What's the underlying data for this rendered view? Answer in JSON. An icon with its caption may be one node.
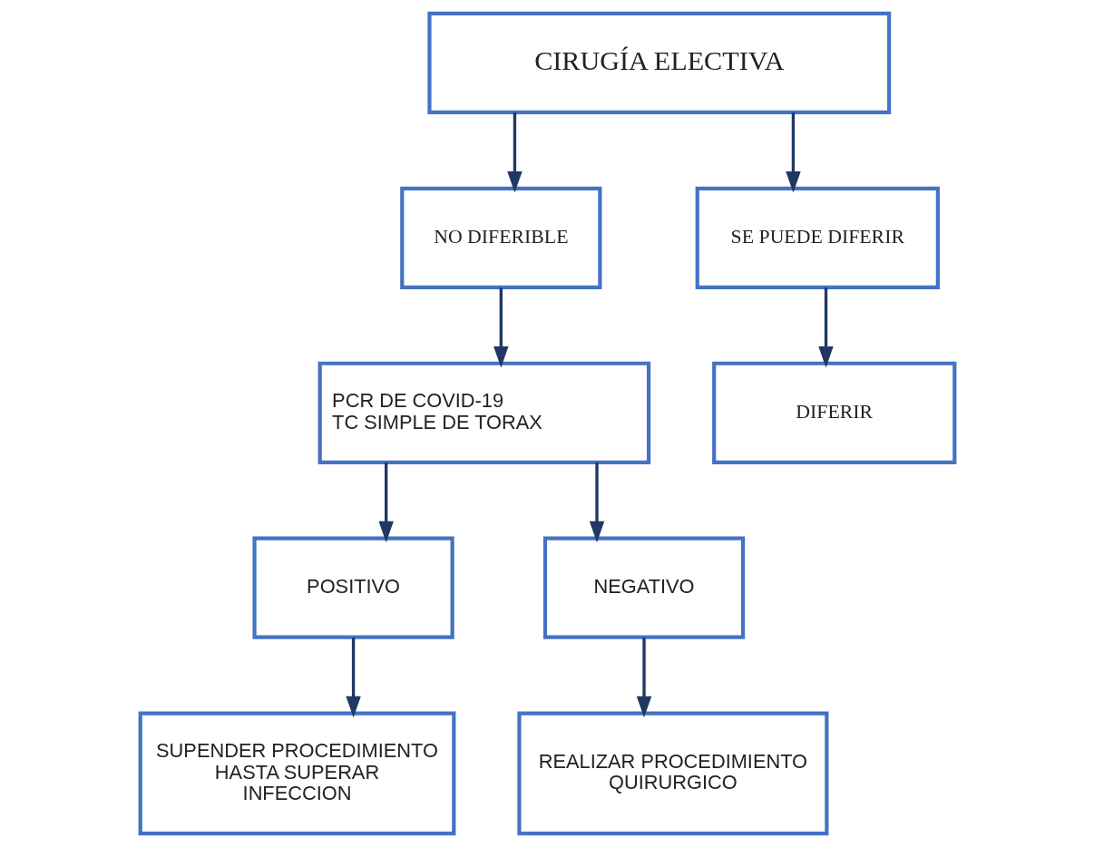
{
  "diagram": {
    "nodes": [
      {
        "text": [
          "CIRUGÍA ELECTIVA"
        ]
      },
      {
        "text": [
          "NO DIFERIBLE"
        ]
      },
      {
        "text": [
          "SE PUEDE DIFERIR"
        ]
      },
      {
        "text": [
          "PCR DE COVID-19",
          "TC SIMPLE DE TORAX"
        ]
      },
      {
        "text": [
          "POSITIVO"
        ]
      },
      {
        "text": [
          "NEGATIVO"
        ]
      },
      {
        "text": [
          "SUPENDER PROCEDIMIENTO HASTA SUPERAR INFECCION"
        ]
      },
      {
        "text": [
          "REALIZAR PROCEDIMIENTO QUIRURGICO"
        ]
      },
      {
        "text": [
          "DIFERIR"
        ]
      }
    ],
    "edges": [
      {
        "from": 0,
        "to": 1,
        "arrow": "to"
      },
      {
        "from": 0,
        "to": 2,
        "arrow": "to"
      },
      {
        "from": 1,
        "to": 3,
        "arrow": "to"
      },
      {
        "from": 3,
        "to": 4,
        "arrow": "to"
      },
      {
        "from": 3,
        "to": 5,
        "arrow": "to"
      },
      {
        "from": 4,
        "to": 6,
        "arrow": "to"
      },
      {
        "from": 5,
        "to": 7,
        "arrow": "to"
      },
      {
        "from": 2,
        "to": 8,
        "arrow": "to"
      }
    ]
  }
}
